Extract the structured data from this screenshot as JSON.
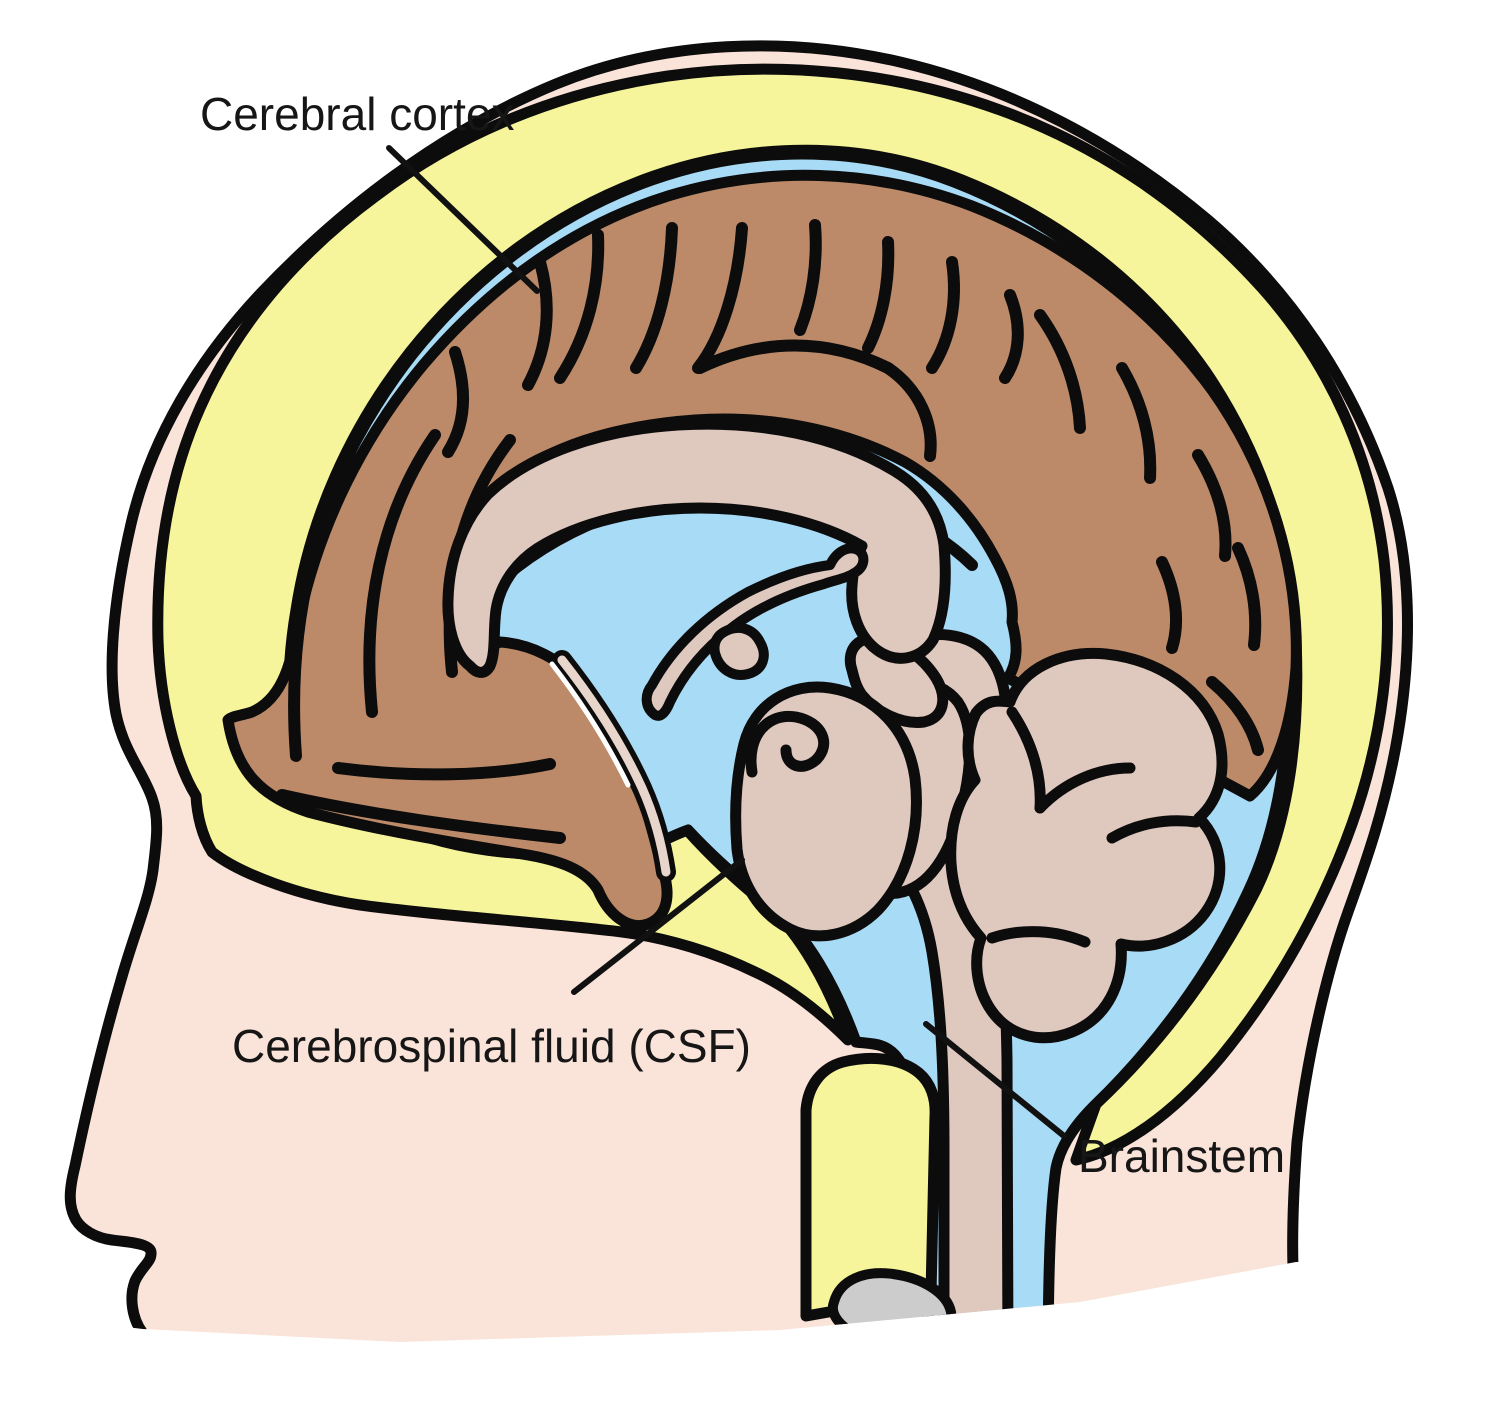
{
  "diagram": {
    "type": "anatomy-illustration",
    "subject": "Sagittal cross-section of a human head showing the brain and cerebrospinal fluid",
    "labels": {
      "cortex": "Cerebral cortex",
      "csf": "Cerebrospinal fluid (CSF)",
      "brainstem": "Brainstem"
    },
    "parts": [
      {
        "name": "cerebral-cortex",
        "color": "#bc8a68"
      },
      {
        "name": "cerebrospinal-fluid",
        "color": "#a8dbf6"
      },
      {
        "name": "skull",
        "color": "#f7f59b"
      },
      {
        "name": "skin",
        "color": "#fae3d8"
      },
      {
        "name": "midline-structures",
        "color": "#dfc8be"
      },
      {
        "name": "intervertebral-disc",
        "color": "#cccccc"
      },
      {
        "name": "outline",
        "color": "#0c0c0c"
      }
    ]
  }
}
